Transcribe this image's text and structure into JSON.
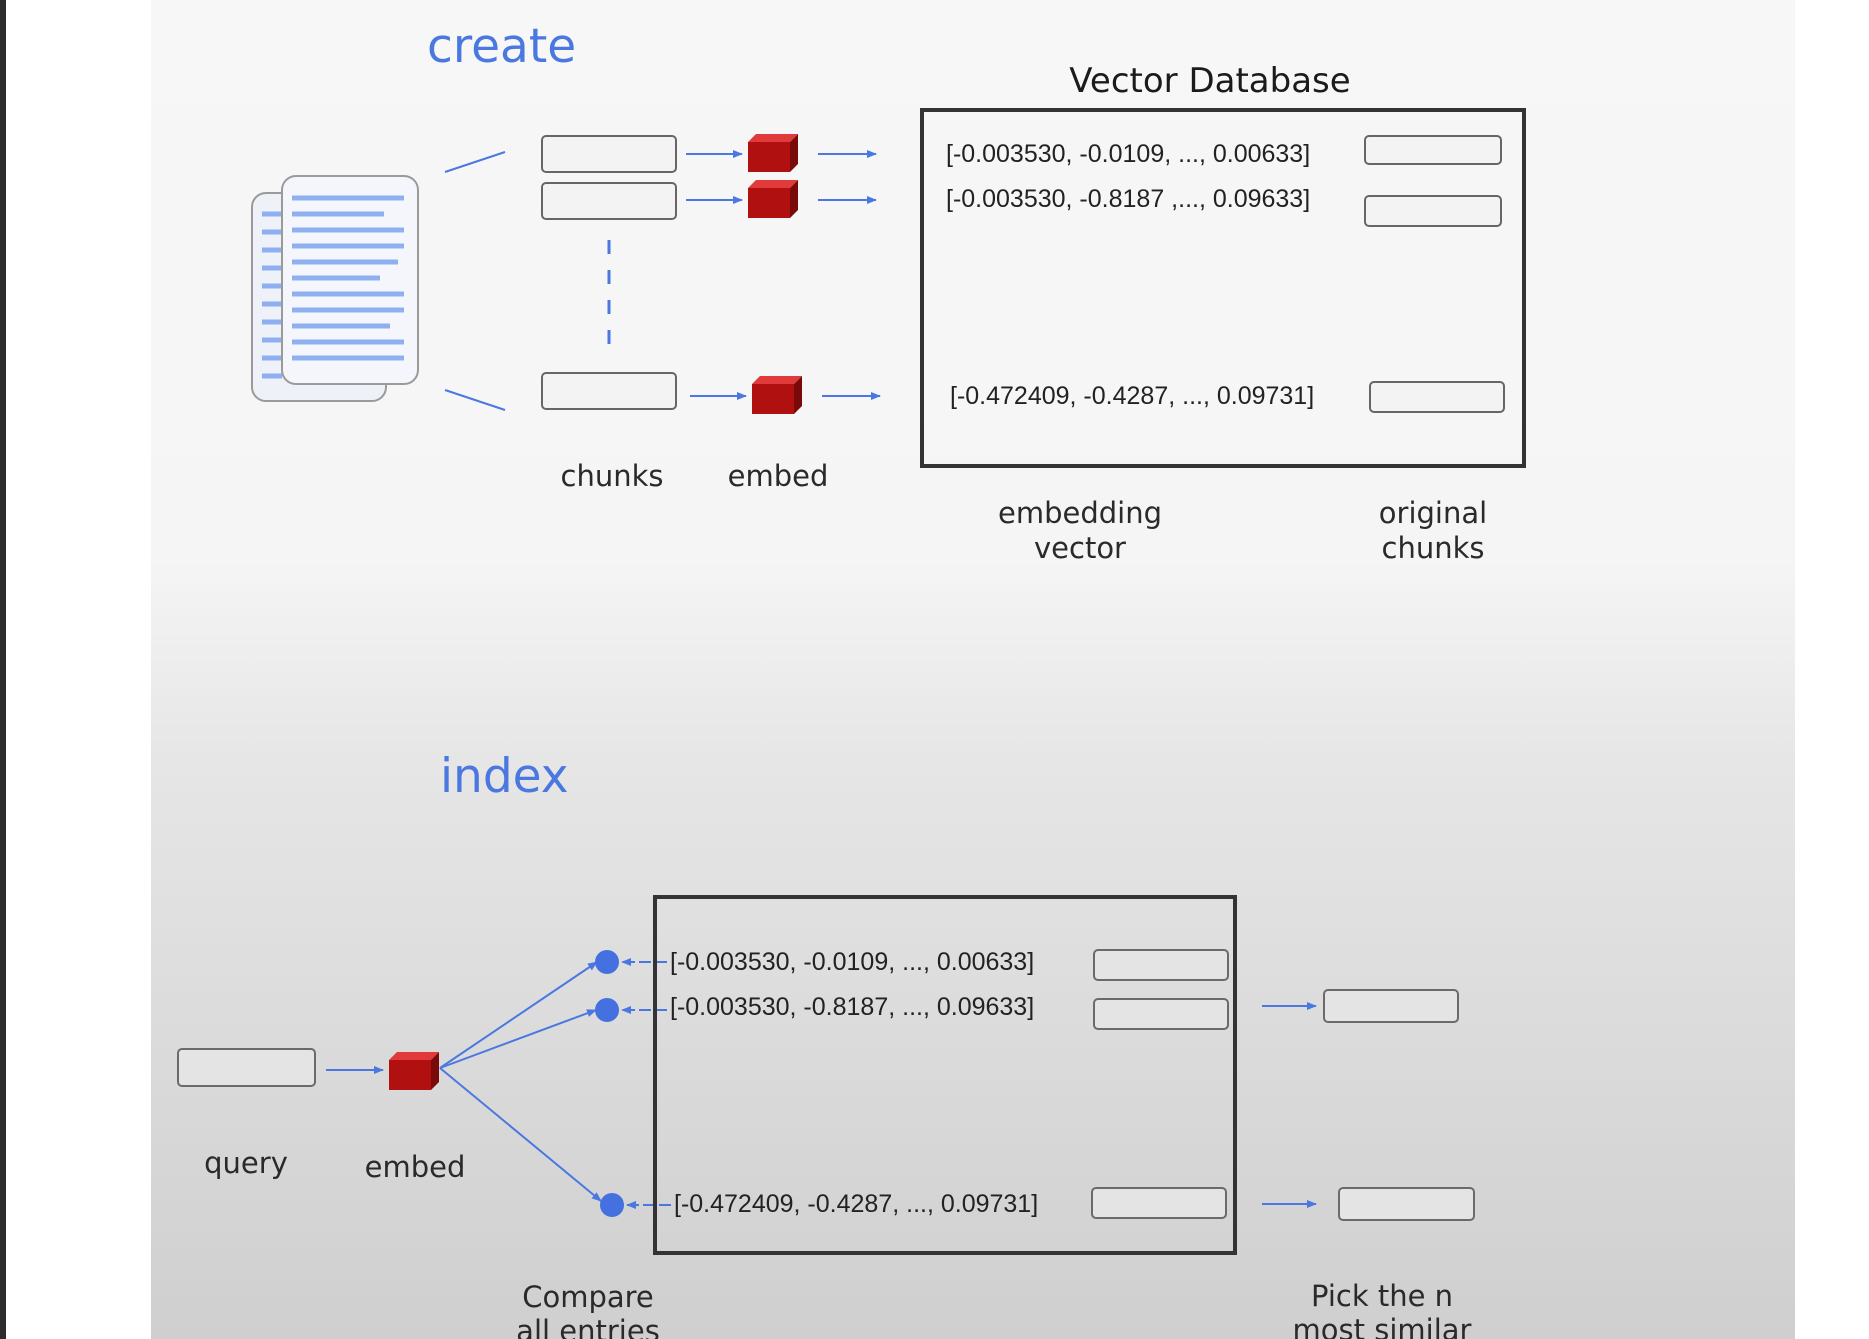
{
  "create": {
    "section_title": "create",
    "db_title": "Vector Database",
    "chunks_label": "chunks",
    "embed_label": "embed",
    "vectors": [
      "[-0.003530, -0.0109, ..., 0.00633]",
      "[-0.003530, -0.8187 ,..., 0.09633]",
      "[-0.472409, -0.4287, ..., 0.09731]"
    ],
    "col_embedding": {
      "line1": "embedding",
      "line2": "vector"
    },
    "col_original": {
      "line1": "original",
      "line2": "chunks"
    }
  },
  "index": {
    "section_title": "index",
    "vectors": [
      "[-0.003530, -0.0109, ..., 0.00633]",
      "[-0.003530, -0.8187, ..., 0.09633]",
      "[-0.472409, -0.4287, ..., 0.09731]"
    ],
    "query_label": "query",
    "embed_label": "embed",
    "compare": {
      "line1": "Compare",
      "line2": "all entries"
    },
    "pick": {
      "line1": "Pick the n",
      "line2": "most similar"
    }
  },
  "colors": {
    "accent_blue": "#4a78e0",
    "embed_red": "#b01010",
    "doc_blue": "#8fb0f0"
  },
  "icons": [
    "document-stack-icon",
    "embed-cube-icon",
    "arrow-icon",
    "similarity-dot-icon"
  ]
}
